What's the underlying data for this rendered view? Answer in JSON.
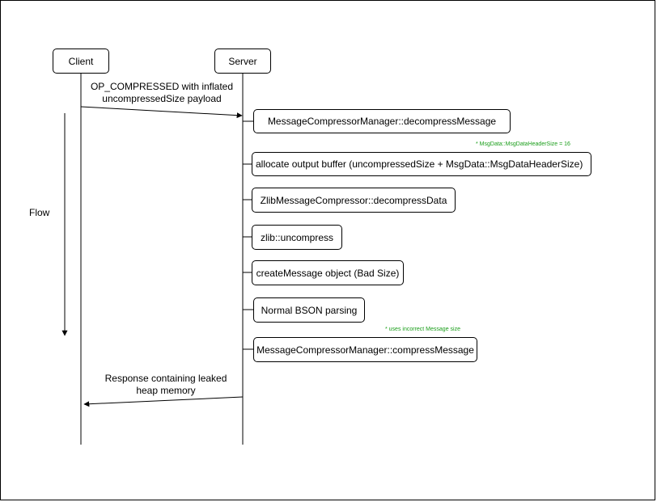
{
  "actors": {
    "client": "Client",
    "server": "Server"
  },
  "request": {
    "line1": "OP_COMPRESSED with inflated",
    "line2": "uncompressedSize payload"
  },
  "flow_label": "Flow",
  "steps": [
    "MessageCompressorManager::decompressMessage",
    "allocate output buffer (uncompressedSize + MsgData::MsgDataHeaderSize)",
    "ZlibMessageCompressor::decompressData",
    "zlib::uncompress",
    "createMessage object (Bad Size)",
    "Normal BSON parsing",
    "MessageCompressorManager::compressMessage"
  ],
  "notes": {
    "header_size": "* MsgData::MsgDataHeaderSize = 16",
    "incorrect_size": "* uses incorrect Message size"
  },
  "response": {
    "line1": "Response containing leaked",
    "line2": "heap memory"
  },
  "colors": {
    "line": "#000000",
    "note": "#1a9e1a"
  }
}
